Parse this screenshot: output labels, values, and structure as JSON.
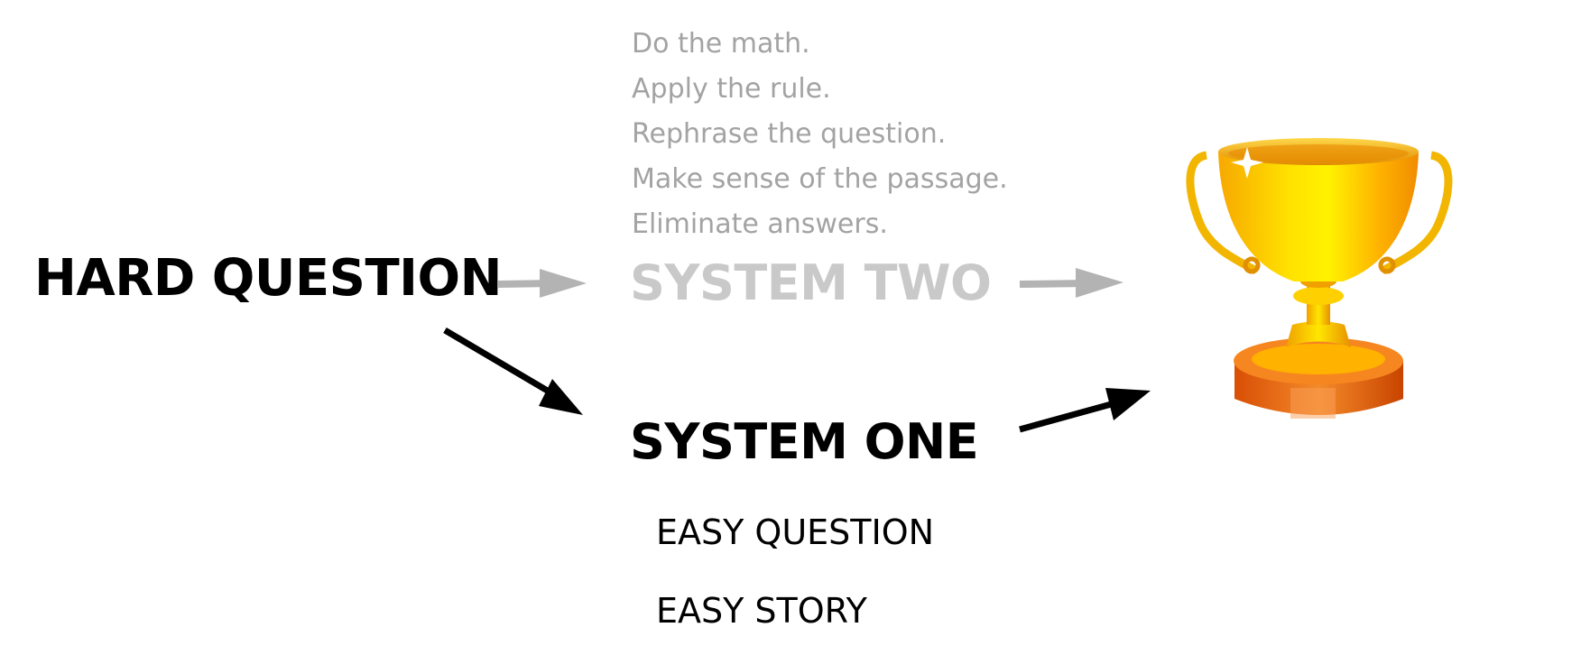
{
  "system_two_steps": [
    "Do the math.",
    "Apply the rule.",
    "Rephrase the question.",
    "Make sense of the passage.",
    "Eliminate answers."
  ],
  "labels": {
    "hard_question": "HARD QUESTION",
    "system_two": "SYSTEM TWO",
    "system_one": "SYSTEM ONE",
    "easy_question": "EASY QUESTION",
    "easy_story": "EASY STORY"
  },
  "colors": {
    "primary_path": "#000000",
    "faded_path": "#b3b3b3",
    "faded_text": "#a3a3a3",
    "faded_heading": "#c9c9c9",
    "trophy_gold": "#ffcc00",
    "trophy_base": "#e8620a"
  },
  "icons": {
    "reward": "trophy-icon"
  }
}
